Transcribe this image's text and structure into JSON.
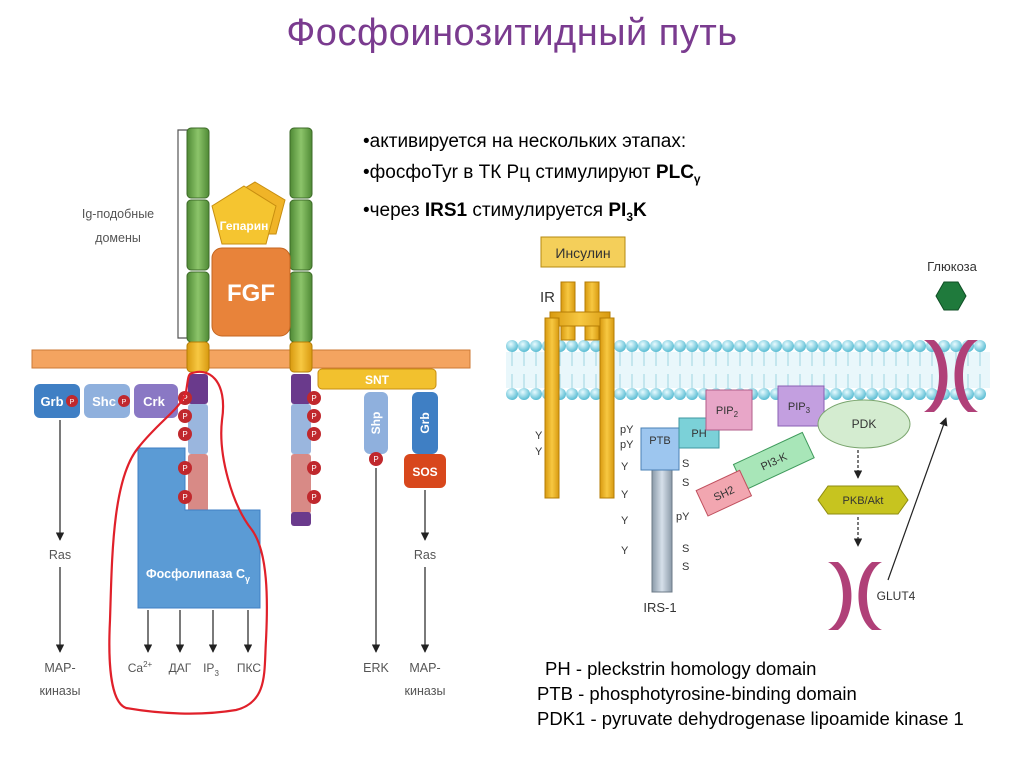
{
  "title": "Фосфоинозитидный путь",
  "bullets": {
    "b1": "•активируется на нескольких этапах:",
    "b2_pre": "•фосфоTyr в ТК Рц стимулируют ",
    "b2_bold": "PLC",
    "b2_sub": "γ",
    "b3_pre": "•через ",
    "b3_bold1": "IRS1",
    "b3_mid": " стимулируется ",
    "b3_bold2": "PI",
    "b3_sub": "3",
    "b3_bold3": "K"
  },
  "left_diagram": {
    "ig_label_1": "Ig-подобные",
    "ig_label_2": "домены",
    "heparin": "Гепарин",
    "fgf": "FGF",
    "grb": "Grb",
    "shc": "Shc",
    "crk": "Crk",
    "snt": "SNT",
    "shp": "Shp",
    "grb2": "Grb",
    "sos": "SOS",
    "p": "P",
    "plc_text": "Фосфолипаза C",
    "plc_sub": "γ",
    "ras1": "Ras",
    "ras2": "Ras",
    "map1_1": "MAP-",
    "map1_2": "киназы",
    "map2_1": "MAP-",
    "map2_2": "киназы",
    "ca": "Ca",
    "ca_sup": "2+",
    "dag": "ДАГ",
    "ip": "IP",
    "ip_sub": "3",
    "pks": "ПКС",
    "erk": "ERK"
  },
  "right_diagram": {
    "insulin": "Инсулин",
    "ir": "IR",
    "glucose": "Глюкоза",
    "pip2": "PIP",
    "pip2_sub": "2",
    "pip3": "PIP",
    "pip3_sub": "3",
    "ph": "PH",
    "ptb": "PTB",
    "pi3k": "PI3-K",
    "sh2": "SH2",
    "pdk": "PDK",
    "pkb": "PKB/Akt",
    "glut4": "GLUT4",
    "irs1": "IRS-1",
    "y": "Y",
    "py": "pY",
    "s": "S"
  },
  "legend": {
    "l1": "PH - pleckstrin homology domain",
    "l2": "PTB - phosphotyrosine-binding domain",
    "l3": "PDK1 - pyruvate dehydrogenase lipoamide kinase 1"
  },
  "colors": {
    "title": "#7a3b8f",
    "membrane_left": "#f4a460",
    "domain_green": "#6aa84f",
    "fgf_orange": "#e8833a",
    "heparin_yellow": "#f2c12e",
    "box_blue": "#3f7fc4",
    "plc_blue": "#5b9bd5",
    "phospho_red": "#c0282d",
    "membrane_right": "#62c3d6",
    "outline_red": "#e0202a"
  }
}
